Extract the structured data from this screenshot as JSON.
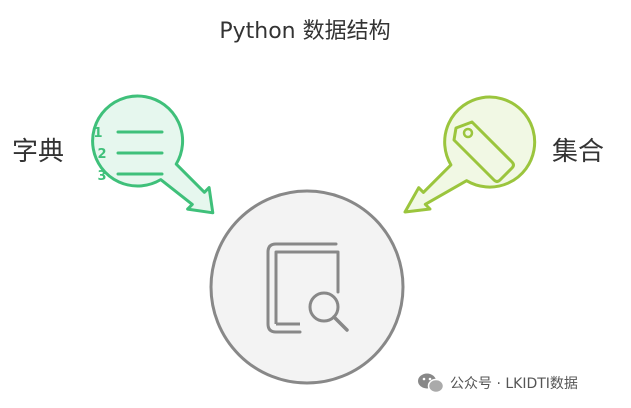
{
  "title": "Python 数据结构",
  "left_node": {
    "label": "字典",
    "numbers": [
      "1",
      "2",
      "3"
    ],
    "icon": "numbered-list-icon",
    "color": "#3fc07a",
    "fill": "#e6f7ee"
  },
  "right_node": {
    "label": "集合",
    "icon": "tag-icon",
    "color": "#9bc53d",
    "fill": "#f1f8e4"
  },
  "center_node": {
    "icon": "book-search-icon",
    "color": "#888888",
    "fill": "#f3f3f3"
  },
  "watermark": {
    "text": "公众号 · LKIDTI数据",
    "icon": "wechat-icon"
  }
}
